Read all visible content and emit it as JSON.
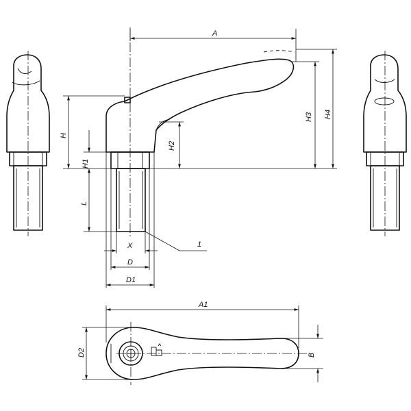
{
  "labels": {
    "A": "A",
    "A1": "A1",
    "B": "B",
    "D": "D",
    "D1": "D1",
    "D2": "D2",
    "H": "H",
    "H1": "H1",
    "H2": "H2",
    "H3": "H3",
    "H4": "H4",
    "L": "L",
    "X": "X",
    "callout_1": "1"
  }
}
